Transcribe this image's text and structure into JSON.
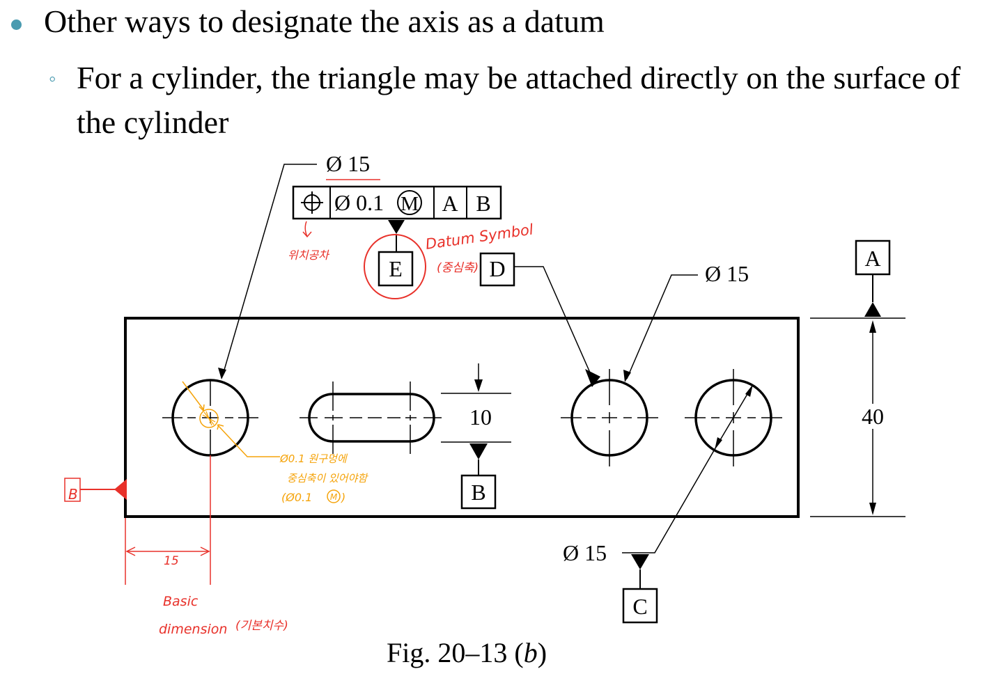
{
  "slide": {
    "bullet1": "Other ways to designate the axis as a datum",
    "bullet2": "For a cylinder, the triangle may be attached directly on the surface of the cylinder"
  },
  "figure": {
    "caption_prefix": "Fig. 20–13 (",
    "caption_italic": "b",
    "caption_suffix": ")",
    "dia_top": "Ø 15",
    "fcf_tol": "Ø 0.1",
    "fcf_mod": "M",
    "fcf_a": "A",
    "fcf_b": "B",
    "datum_e": "E",
    "datum_d": "D",
    "datum_a": "A",
    "datum_b": "B",
    "datum_c": "C",
    "dia_right": "Ø 15",
    "dia_bottom": "Ø 15",
    "dim_10": "10",
    "dim_40": "40"
  },
  "annotations": {
    "position_tol": "위치공차",
    "datum_symbol": "Datum Symbol",
    "datum_symbol_kr": "(중심축)",
    "datum_b_hand": "B",
    "dim_15": "15",
    "basic": "Basic",
    "dimension": "dimension",
    "dimension_kr": "(기본치수)",
    "note_line1": "Ø0.1 원구멍에",
    "note_line2": "중심축이 있어야함",
    "note_line3": "(Ø0.1",
    "note_mod": "M",
    "note_close": ")"
  },
  "colors": {
    "bullet": "#4a9bb0",
    "red_ink": "#e8312a",
    "orange_ink": "#f5a30a",
    "line": "#000000"
  }
}
